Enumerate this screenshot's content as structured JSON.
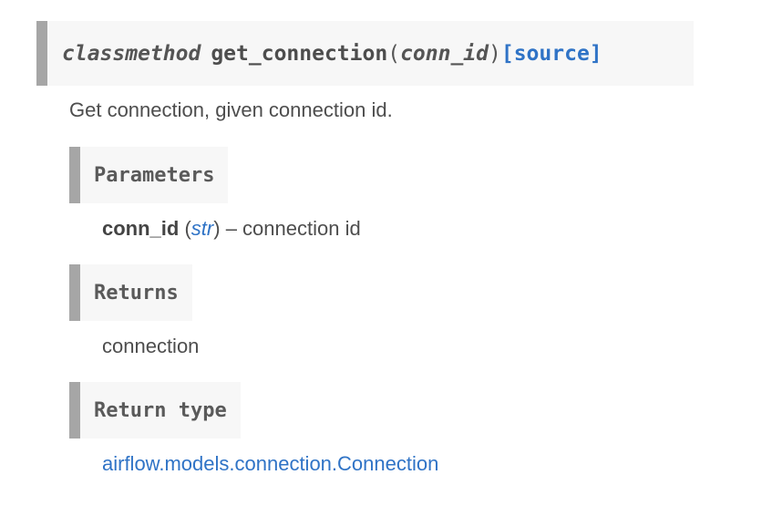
{
  "signature": {
    "keyword": "classmethod",
    "name": "get_connection",
    "open_paren": "(",
    "param": "conn_id",
    "close_paren": ")",
    "source_link": "[source]"
  },
  "description": "Get connection, given connection id.",
  "fields": {
    "parameters": {
      "heading": "Parameters",
      "param_name": "conn_id",
      "open_paren": " (",
      "param_type": "str",
      "close_paren": ")",
      "dash_desc": " – connection id"
    },
    "returns": {
      "heading": "Returns",
      "value": "connection"
    },
    "return_type": {
      "heading": "Return type",
      "value": "airflow.models.connection.Connection"
    }
  },
  "colors": {
    "link": "#2f73c6",
    "heading_bg": "#f7f7f7",
    "heading_bar": "#a6a6a6",
    "text": "#4d4d4d"
  }
}
